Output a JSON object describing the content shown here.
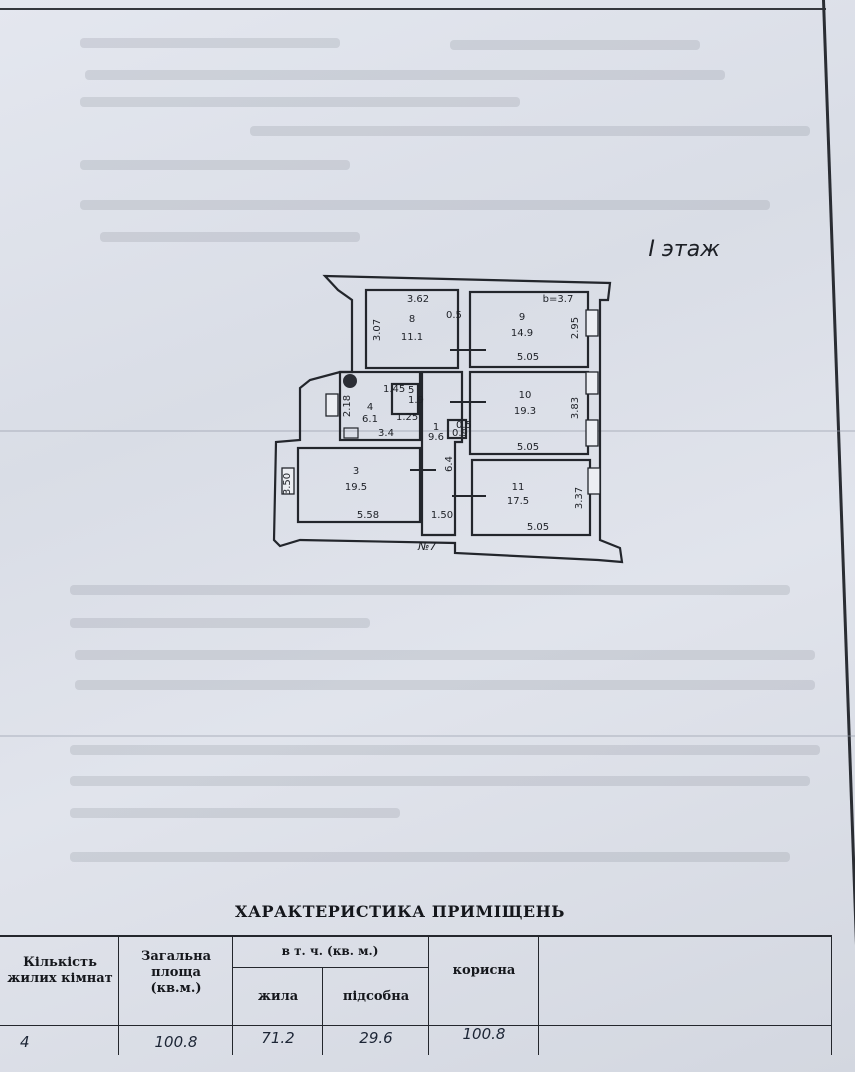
{
  "floor_label": "I этаж",
  "rooms": [
    {
      "id": "8",
      "area": "11.1",
      "dims": [
        "3.62",
        "3.07"
      ]
    },
    {
      "id": "9",
      "area": "14.9",
      "dims": [
        "b=3.7",
        "2.95",
        "5.05"
      ]
    },
    {
      "id": "10",
      "area": "19.3",
      "dims": [
        "3.83",
        "5.05"
      ]
    },
    {
      "id": "11",
      "area": "17.5",
      "dims": [
        "3.37",
        "5.05"
      ]
    },
    {
      "id": "3",
      "area": "19.5",
      "dims": [
        "3.50",
        "5.58"
      ]
    },
    {
      "id": "4",
      "area": "6.1",
      "dims": [
        "2.18",
        "3.4"
      ]
    },
    {
      "id": "1",
      "area": "9.6",
      "dims": [
        "6.4",
        "1.50"
      ]
    }
  ],
  "small_marks": [
    "1.45",
    "5",
    "1.9",
    "1.25",
    "0.5",
    "0.9",
    "0.5",
    "№7"
  ],
  "table": {
    "title": "ХАРАКТЕРИСТИКА ПРИМІЩЕНЬ",
    "headers": {
      "rooms": "Кількість жилих кімнат",
      "total": "Загальна площа (кв.м.)",
      "incl": "в т. ч. (кв. м.)",
      "living": "жила",
      "aux": "підсобна",
      "useful": "корисна"
    },
    "values": {
      "rooms": "4",
      "total": "100.8",
      "living": "71.2",
      "aux": "29.6",
      "useful": "100.8"
    }
  }
}
